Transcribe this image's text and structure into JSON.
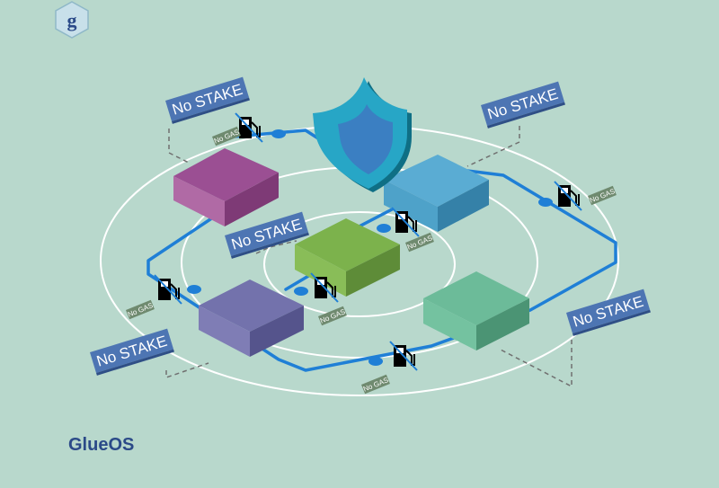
{
  "labels": {
    "stake": "No STAKE",
    "gas": "No GAS"
  },
  "brand": {
    "name": "GlueOS",
    "glyph": "g"
  },
  "colors": {
    "background": "#b8d8cc",
    "ring": "#ffffff",
    "network": "#1f7fd6",
    "label_bg": "#4d75b3",
    "gas_label_bg": "#6f8a6f",
    "brand_text": "#2b4a88",
    "block_magenta": "#9b4f93",
    "block_blue": "#4ea2c9",
    "block_green": "#78ac48",
    "block_purple": "#6b6aa4",
    "block_teal": "#63b493",
    "shield": "#1f95b4"
  },
  "icons": [
    "shield-icon",
    "fuel-pump-icon",
    "brand-logo-icon"
  ]
}
